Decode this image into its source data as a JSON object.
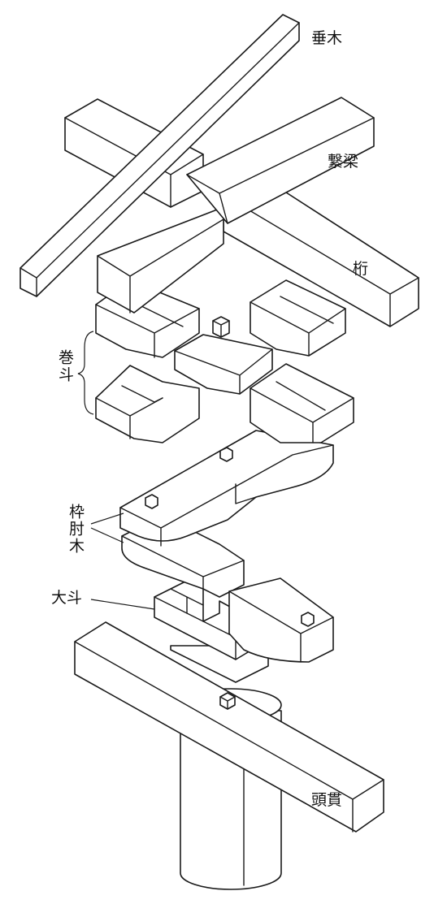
{
  "labels": {
    "taruki": "垂木",
    "tsunagibari": "繋梁",
    "keta": "桁",
    "makito": "巻斗",
    "hijikigi": "枠肘木",
    "daito": "大斗",
    "kashiranuki": "頭貫"
  }
}
